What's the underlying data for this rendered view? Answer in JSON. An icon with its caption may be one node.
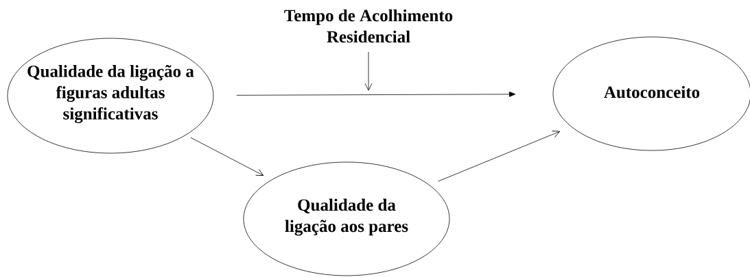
{
  "diagram": {
    "nodes": [
      {
        "text": [
          "Qualidade da ligação a figuras adultas significativas"
        ]
      },
      {
        "text": [
          "Tempo de Acolhimento Residencial"
        ]
      },
      {
        "text": [
          "Autoconceito"
        ]
      },
      {
        "text": [
          "Qualidade da ligação aos pares"
        ]
      }
    ],
    "edges": [
      {
        "from": 0,
        "to": 2,
        "arrow": "to"
      },
      {
        "from": 1,
        "to": null,
        "arrow": "to"
      },
      {
        "from": 0,
        "to": 3,
        "arrow": "to"
      },
      {
        "from": 3,
        "to": 2,
        "arrow": "to"
      }
    ]
  }
}
